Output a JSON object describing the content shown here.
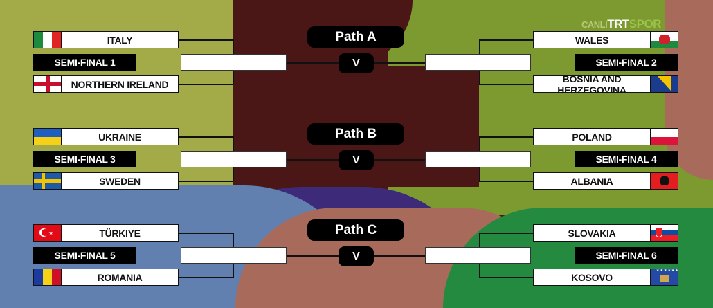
{
  "logo": {
    "prefix": "CANLI",
    "brand": "TRT",
    "suffix": "SPOR"
  },
  "paths": [
    {
      "label": "Path A",
      "vs": "V",
      "left": {
        "top": "ITALY",
        "semi": "SEMI-FINAL 1",
        "bottom": "NORTHERN IRELAND"
      },
      "right": {
        "top": "WALES",
        "semi": "SEMI-FINAL 2",
        "bottom": "BOSNIA AND HERZEGOVINA"
      }
    },
    {
      "label": "Path B",
      "vs": "V",
      "left": {
        "top": "UKRAINE",
        "semi": "SEMI-FINAL 3",
        "bottom": "SWEDEN"
      },
      "right": {
        "top": "POLAND",
        "semi": "SEMI-FINAL 4",
        "bottom": "ALBANIA"
      }
    },
    {
      "label": "Path C",
      "vs": "V",
      "left": {
        "top": "TÜRKIYE",
        "semi": "SEMI-FINAL 5",
        "bottom": "ROMANIA"
      },
      "right": {
        "top": "SLOVAKIA",
        "semi": "SEMI-FINAL 6",
        "bottom": "KOSOVO"
      }
    }
  ]
}
